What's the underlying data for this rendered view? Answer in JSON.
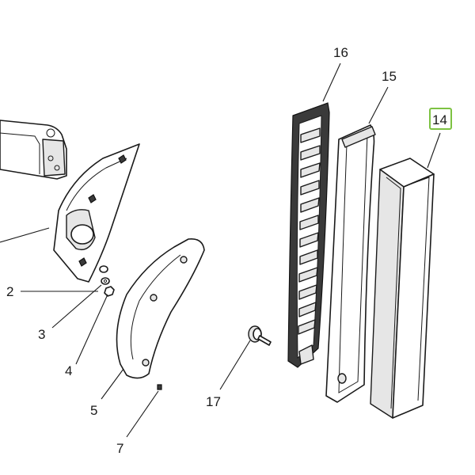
{
  "diagram": {
    "callouts": [
      {
        "id": "2",
        "text": "2"
      },
      {
        "id": "3",
        "text": "3"
      },
      {
        "id": "4",
        "text": "4"
      },
      {
        "id": "5",
        "text": "5"
      },
      {
        "id": "7",
        "text": "7"
      },
      {
        "id": "14",
        "text": "14",
        "highlighted": true
      },
      {
        "id": "15",
        "text": "15"
      },
      {
        "id": "16",
        "text": "16"
      },
      {
        "id": "17",
        "text": "17"
      }
    ],
    "highlight_color": "#7dc242",
    "line_color": "#1a1a1a"
  }
}
